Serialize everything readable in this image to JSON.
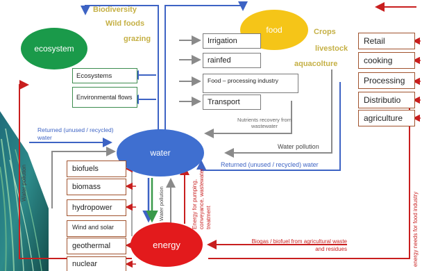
{
  "nodes": {
    "ecosystem": "ecosystem",
    "food": "food",
    "water": "water",
    "energy": "energy"
  },
  "ecosystem_services": [
    "Biodiversity",
    "Wild foods",
    "grazing"
  ],
  "food_products": [
    "Crops",
    "livestock",
    "aquacolture"
  ],
  "food_inputs": [
    "Irrigation",
    "rainfed",
    "Food – processing industry",
    "Transport"
  ],
  "ecosystem_inputs": [
    "Ecosystems",
    "Environmental flows"
  ],
  "food_industry_stages": [
    "Retail",
    "cooking",
    "Processing",
    "Distributio",
    "agriculture"
  ],
  "energy_sources": [
    "biofuels",
    "biomass",
    "hydropower",
    "Wind and solar",
    "geothermal",
    "nuclear"
  ],
  "flows": {
    "returned_left": "Returned (unused / recycled) water",
    "nutrients": "Nutrients recovery from wastewater",
    "water_pollution_right": "Water pollution",
    "returned_right": "Returned (unused / recycled) water",
    "water_pollution_left": "Water pollution",
    "water_pollution_center": "Water pollution",
    "energy_for_pumping": "Energy for pumping, conveyance, wastewater treatment",
    "biogas": "Biogas / biofuel from agricultural waste and residues",
    "energy_needs": "energy needs for food industry"
  },
  "colors": {
    "ecosystem": "#1a9a4a",
    "food": "#f5c518",
    "water": "#3f6fd0",
    "energy": "#e31a1c",
    "olive_text": "#c5b045",
    "flow_blue": "#3d63c4",
    "flow_gray": "#8a8a8a",
    "flow_red": "#c81e1e",
    "flow_green": "#3a9a4a"
  }
}
